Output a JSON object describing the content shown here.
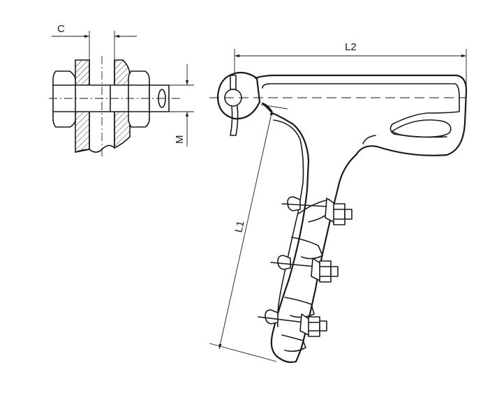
{
  "dimensions": {
    "c_label": "C",
    "m_label": "M",
    "l1_label": "L1",
    "l2_label": "L2"
  },
  "colors": {
    "line": "#1a1a1a",
    "background": "#ffffff"
  }
}
